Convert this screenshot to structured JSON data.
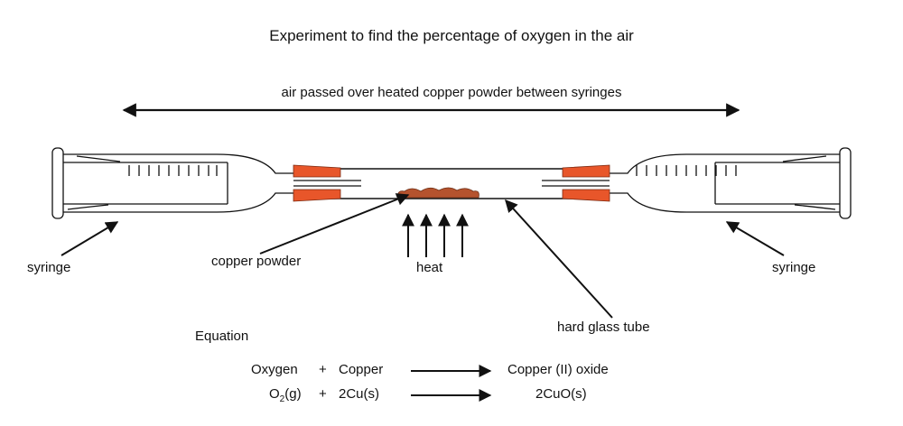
{
  "title": "Experiment to find the percentage of oxygen in the air",
  "arrow_caption": "air passed over heated copper powder between syringes",
  "labels": {
    "syringe_left": "syringe",
    "syringe_right": "syringe",
    "copper_powder": "copper powder",
    "heat": "heat",
    "hard_glass_tube": "hard glass tube"
  },
  "equation": {
    "heading": "Equation",
    "word_lhs1": "Oxygen",
    "word_plus": "+",
    "word_lhs2": "Copper",
    "word_rhs": "Copper (II) oxide",
    "sym_o": "O",
    "sym_sub": "2",
    "sym_g": "(g)",
    "sym_plus": "+",
    "sym_cu": "2Cu(s)",
    "sym_rhs": "2CuO(s)"
  },
  "stock_id": "123364004",
  "colors": {
    "bung": "#e8562a",
    "copper": "#b5532e",
    "line": "#111111"
  }
}
